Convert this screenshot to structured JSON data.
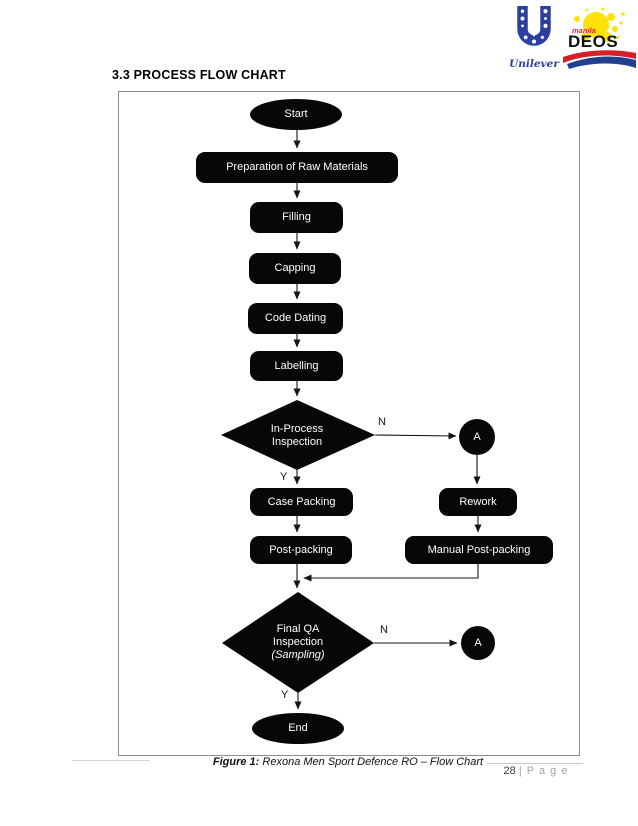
{
  "header": {
    "title": "3.3 PROCESS FLOW CHART"
  },
  "logos": {
    "unilever": {
      "wordmark": "Unilever",
      "brand_blue": "#2b3f9e"
    },
    "deos": {
      "top": "manila",
      "main": "DEOS",
      "yellow": "#ffe20a",
      "red": "#d61f26",
      "blue": "#20418f"
    }
  },
  "flowchart": {
    "colors": {
      "node_fill": "#070707",
      "node_text": "#ffffff",
      "line": "#141414"
    },
    "nodes": {
      "start": {
        "label": "Start"
      },
      "prep": {
        "label": "Preparation of Raw Materials"
      },
      "filling": {
        "label": "Filling"
      },
      "capping": {
        "label": "Capping"
      },
      "code_dating": {
        "label": "Code Dating"
      },
      "labelling": {
        "label": "Labelling"
      },
      "in_process": {
        "line1": "In-Process",
        "line2": "Inspection"
      },
      "case_packing": {
        "label": "Case Packing"
      },
      "rework": {
        "label": "Rework"
      },
      "post_packing": {
        "label": "Post-packing"
      },
      "manual_post_packing": {
        "label": "Manual Post-packing"
      },
      "final_qa": {
        "line1": "Final QA",
        "line2": "Inspection",
        "line3": "(Sampling)"
      },
      "end": {
        "label": "End"
      },
      "connector": {
        "label": "A"
      }
    },
    "branch_labels": {
      "yes": "Y",
      "no": "N"
    }
  },
  "footer": {
    "caption_prefix": "Figure 1:",
    "caption_text": "Rexona Men Sport Defence RO – Flow Chart",
    "page_number": "28",
    "page_word": "| P a g e"
  }
}
